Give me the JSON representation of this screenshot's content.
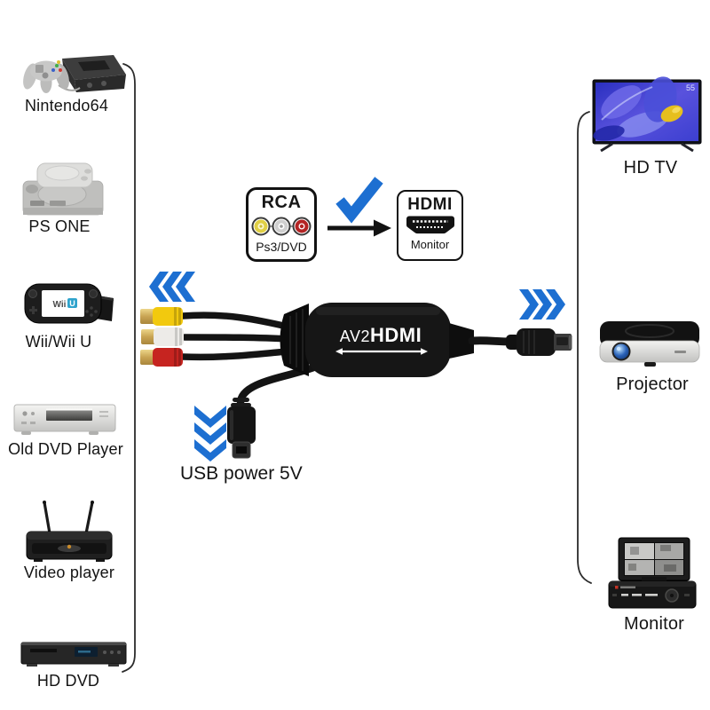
{
  "palette": {
    "accent_blue": "#1d6fd1",
    "rca_yellow": "#f2c90e",
    "rca_white": "#edebe8",
    "rca_red": "#c62420",
    "line_dark": "#1c1c1c"
  },
  "left_devices": [
    {
      "label": "Nintendo64"
    },
    {
      "label": "PS ONE"
    },
    {
      "label": "Wii/Wii U"
    },
    {
      "label": "Old DVD Player"
    },
    {
      "label": "Video player"
    },
    {
      "label": "HD DVD"
    }
  ],
  "right_devices": [
    {
      "label": "HD TV"
    },
    {
      "label": "Projector"
    },
    {
      "label": "Monitor"
    }
  ],
  "diagram": {
    "rca": {
      "title": "RCA",
      "subtitle": "Ps3/DVD"
    },
    "hdmi": {
      "title": "HDMI",
      "subtitle": "Monitor"
    }
  },
  "converter": {
    "print_prefix": "AV2",
    "print_suffix": "HDMI"
  },
  "usb": {
    "label": "USB power 5V"
  },
  "tv": {
    "badge": "55"
  },
  "wii": {
    "word": "Wii",
    "letter": "U"
  }
}
